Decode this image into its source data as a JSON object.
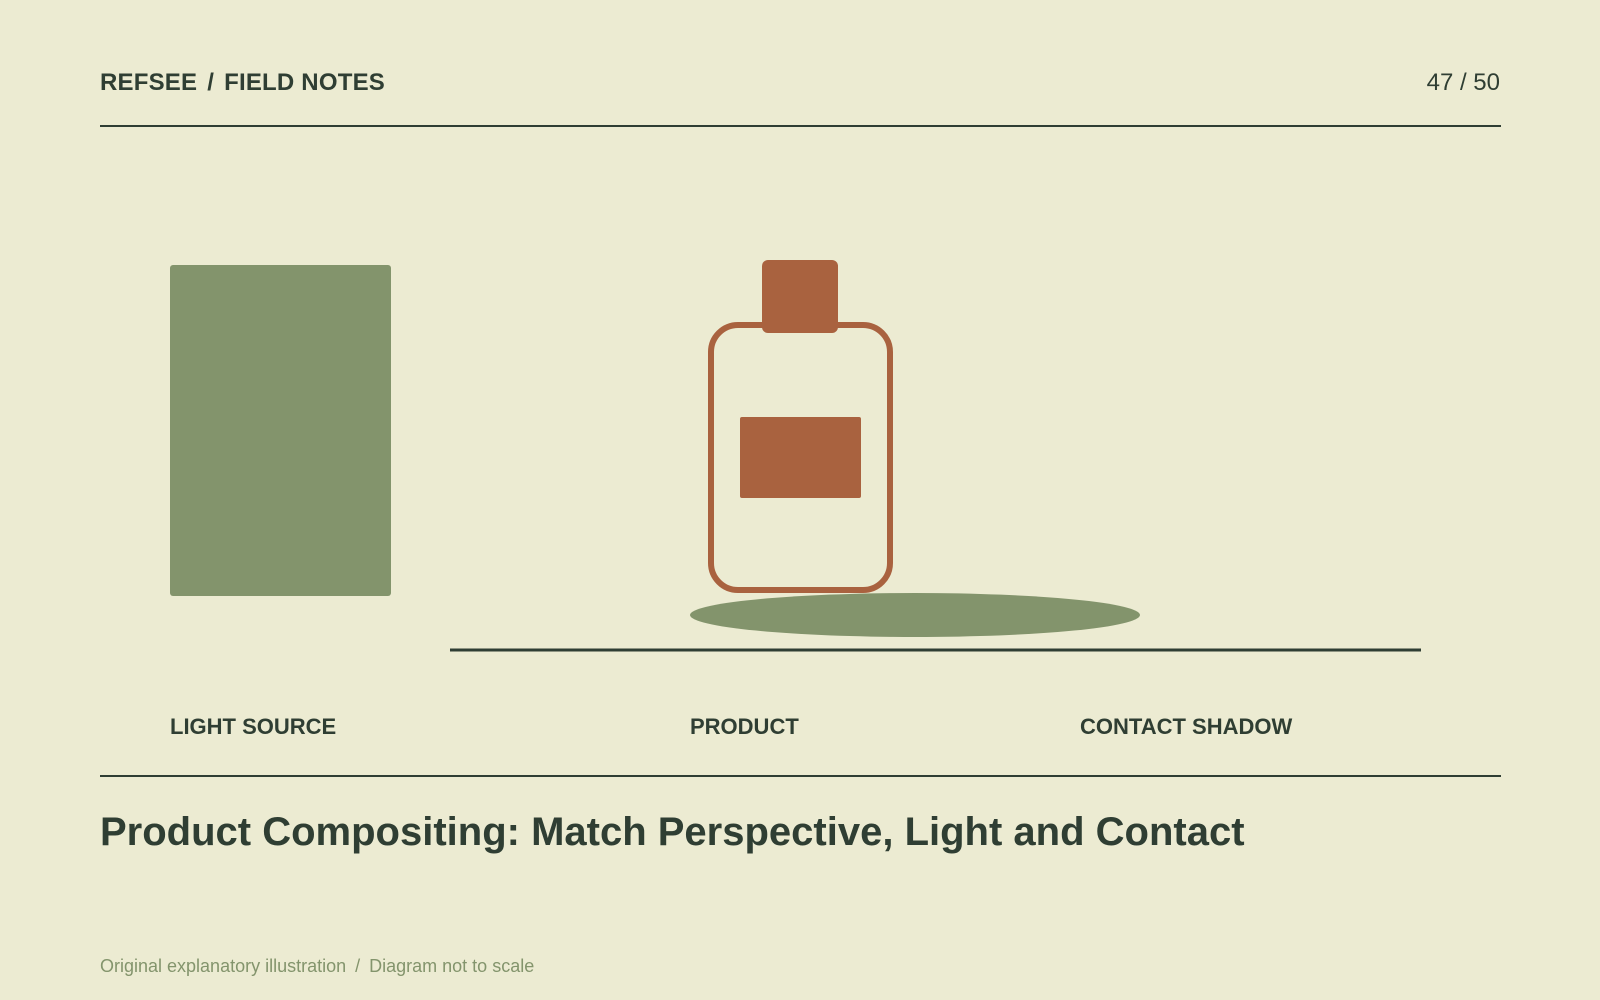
{
  "header": {
    "brand": "REFSEE",
    "separator": "/",
    "section": "FIELD NOTES",
    "page_counter": "47 / 50"
  },
  "diagram": {
    "labels": {
      "light_source": "LIGHT SOURCE",
      "product": "PRODUCT",
      "contact_shadow": "CONTACT SHADOW"
    },
    "colors": {
      "background": "#ECEBD2",
      "ink": "#2F3E33",
      "sage": "#83946C",
      "terracotta": "#A9623F"
    }
  },
  "title": "Product Compositing: Match Perspective, Light and Contact",
  "footer": {
    "caption": "Original explanatory illustration",
    "separator": "/",
    "note": "Diagram not to scale"
  }
}
